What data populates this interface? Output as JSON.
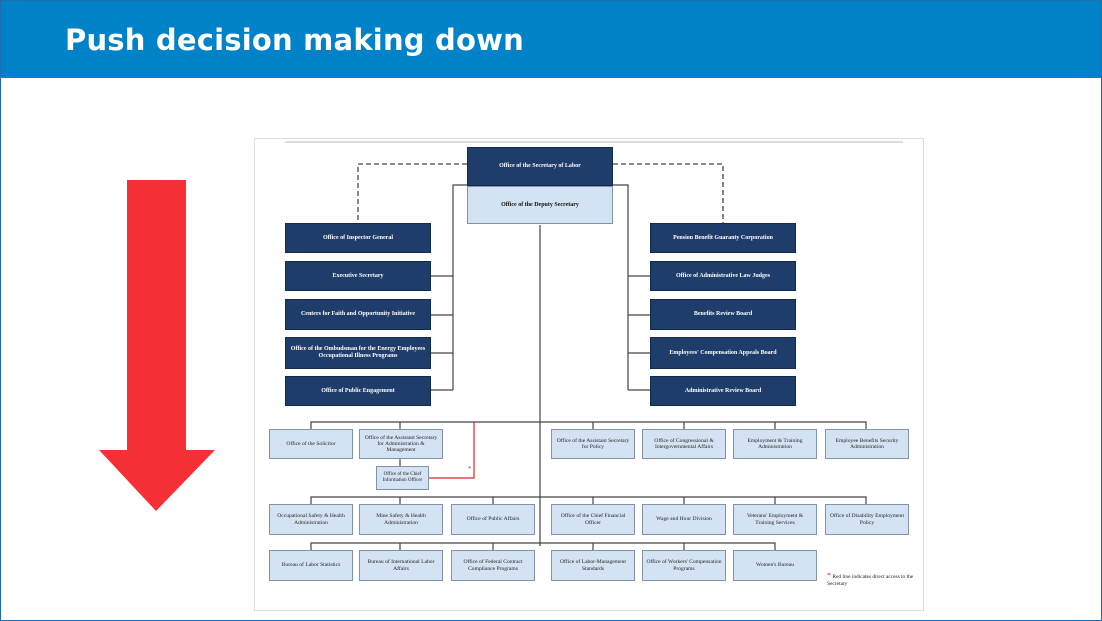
{
  "slide": {
    "title": "Push decision making down"
  },
  "arrow": {
    "color": "#f53036",
    "icon": "down-arrow-icon"
  },
  "colors": {
    "header": "#0082c8",
    "dark_box": "#1f3d6b",
    "light_box": "#d4e3f3",
    "red_line": "#d8262c"
  },
  "org_chart": {
    "secretary": "Office of the Secretary of Labor",
    "deputy": "Office of the Deputy Secretary",
    "left_offices": [
      "Office of Inspector General",
      "Executive Secretary",
      "Centers for Faith and Opportunity Initiative",
      "Office of the Ombudsman for the Energy Employees Occupational Illness Programs",
      "Office of Public Engagement"
    ],
    "right_offices": [
      "Pension Benefit Guaranty Corporation",
      "Office of Administrative Law Judges",
      "Benefits Review Board",
      "Employees' Compensation Appeals Board",
      "Administrative Review Board"
    ],
    "row1": [
      "Office of the Solicitor",
      "Office of the Assistant Secretary for Administration & Management",
      "Office of the Assistant Secretary for Policy",
      "Office of Congressional & Intergovernmental Affairs",
      "Employment & Training Administration",
      "Employee Benefits Security Administration"
    ],
    "cio": "Office of the Chief Information Officer",
    "row2": [
      "Occupational Safety & Health Administration",
      "Mine Safety & Health Administration",
      "Office of Public Affairs",
      "Office of the Chief Financial Officer",
      "Wage and Hour Division",
      "Veterans' Employment & Training Services",
      "Office of Disability Employment Policy"
    ],
    "row3": [
      "Bureau of Labor Statistics",
      "Bureau of International Labor Affairs",
      "Office of Federal Contract Compliance Programs",
      "Office of Labor-Management Standards",
      "Office of Workers' Compensation Programs",
      "Women's Bureau"
    ],
    "footnote": "Red line indicates direct access to the Secretary",
    "footnote_mark": "*"
  }
}
